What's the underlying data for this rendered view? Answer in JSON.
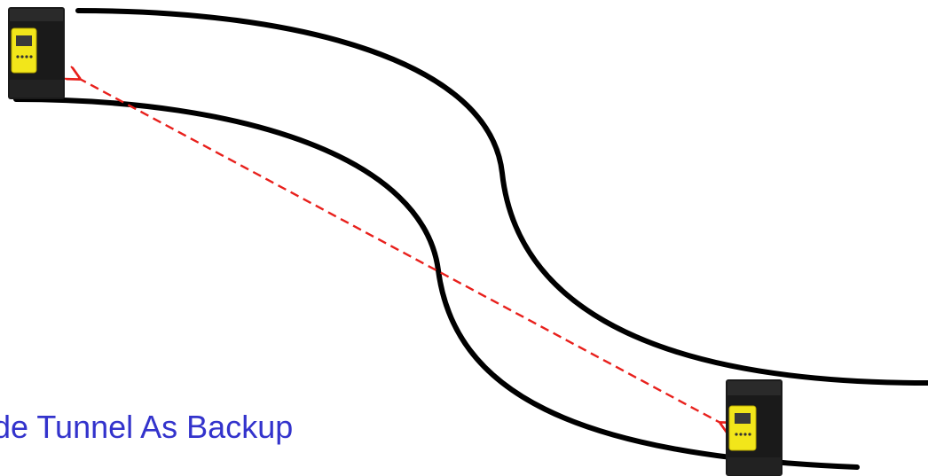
{
  "caption": {
    "text": "ide Tunnel As Backup",
    "color": "#3333cc"
  },
  "tunnel": {
    "wall_color": "#000000"
  },
  "link": {
    "color": "#e8201c",
    "style": "dashed",
    "direction": "bidirectional"
  },
  "devices": [
    {
      "name": "device-top-left",
      "icon": "wireless-device-icon",
      "body_color": "#1a1a1a",
      "panel_color": "#f2e61a"
    },
    {
      "name": "device-bottom-right",
      "icon": "wireless-device-icon",
      "body_color": "#1a1a1a",
      "panel_color": "#f2e61a"
    }
  ]
}
